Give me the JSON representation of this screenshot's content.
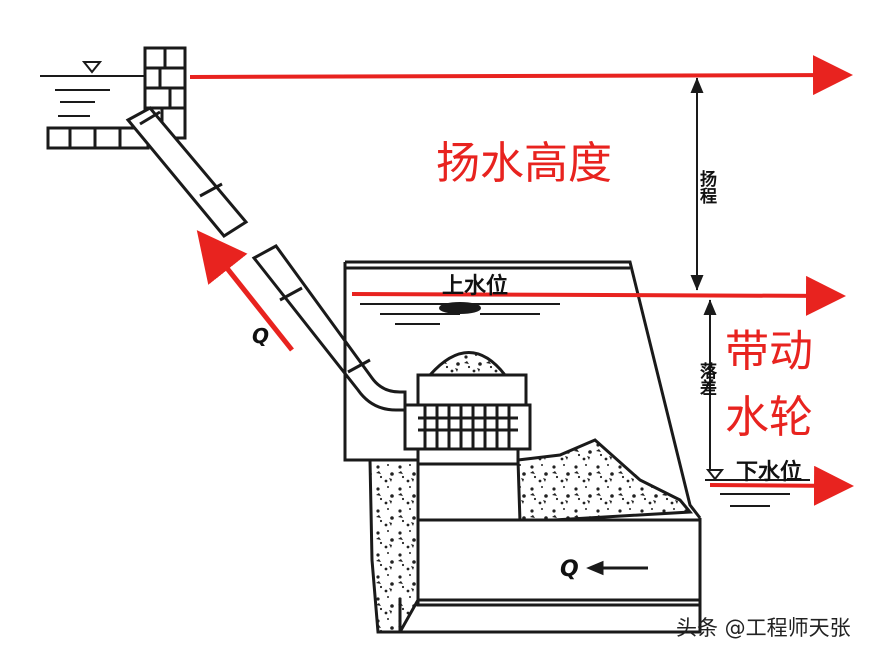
{
  "labels": {
    "lift_height": "扬水高度",
    "drive_wheel_line1": "带动",
    "drive_wheel_line2": "水轮",
    "upper_water_level": "上水位",
    "lower_water_level": "下水位",
    "head_vertical": "扬程",
    "drop_vertical": "落差",
    "flow_q_lower": "Q",
    "flow_q_upper": "Q"
  },
  "watermark": "头条 @工程师天张",
  "colors": {
    "arrow_red": "#e8231f",
    "line_dark": "#1a1a1a",
    "water_blue": "#2a2a2a"
  }
}
